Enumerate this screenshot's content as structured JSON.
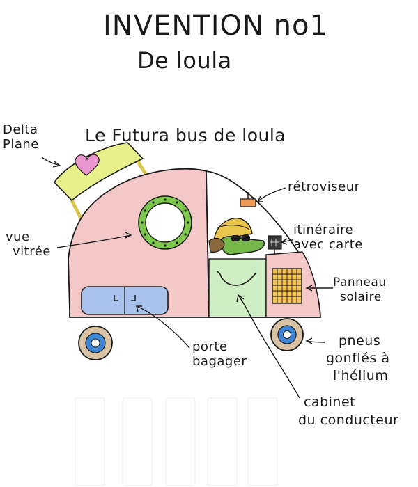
{
  "title": "INVENTION no1",
  "subtitle": "De loula",
  "bus_title": "Le Futura bus de loula",
  "labels": {
    "delta_plane": [
      "Delta",
      "Plane"
    ],
    "vue_vitree": [
      "vue",
      "vitrée"
    ],
    "retroviseur": "rétroviseur",
    "itineraire": [
      "itinéraire",
      "avec carte"
    ],
    "panneau": [
      "Panneau",
      "solaire"
    ],
    "pneus": [
      "pneus",
      "gonflés à",
      "l'hélium"
    ],
    "porte_bagages": [
      "porte",
      "bagager"
    ],
    "cabinet": [
      "cabinet",
      "du conducteur"
    ]
  },
  "colors": {
    "body_pink": "#f3c8c6",
    "cabin_green": "#cfeec4",
    "luggage_blue": "#a9c3ec",
    "umbrella_yellow": "#e8f08c",
    "heart_pink": "#e996cf",
    "porthole_green": "#7ec84e",
    "solar_orange": "#f2c257",
    "helmet_yellow": "#e9c64b",
    "driver_green": "#77b84a",
    "mirror_orange": "#f09a58",
    "tire_tan": "#d9c3a4",
    "hub_blue": "#3d86d6",
    "ink": "#1a1a1a"
  }
}
